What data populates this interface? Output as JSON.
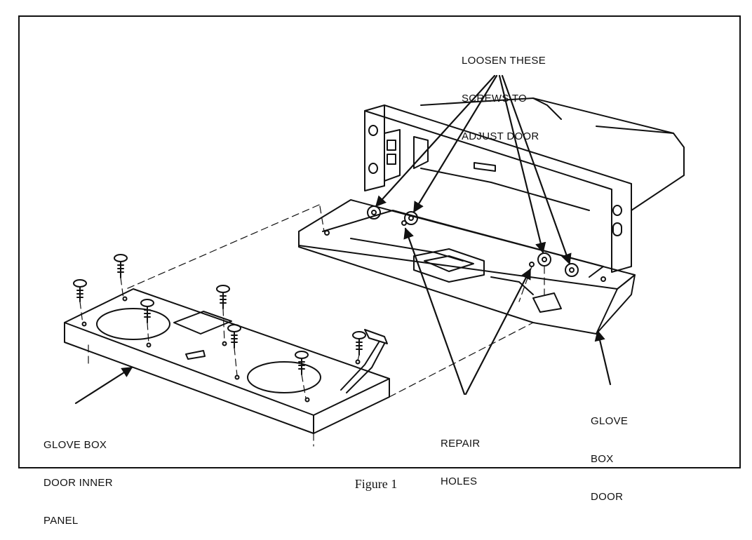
{
  "labels": {
    "loosen": [
      "LOOSEN THESE",
      "SCREWS TO",
      "ADJUST DOOR"
    ],
    "inner_panel": [
      "GLOVE BOX",
      "DOOR INNER",
      "PANEL"
    ],
    "repair": [
      "REPAIR",
      "HOLES"
    ],
    "door": [
      "GLOVE",
      "BOX",
      "DOOR"
    ]
  },
  "caption": "Figure 1"
}
